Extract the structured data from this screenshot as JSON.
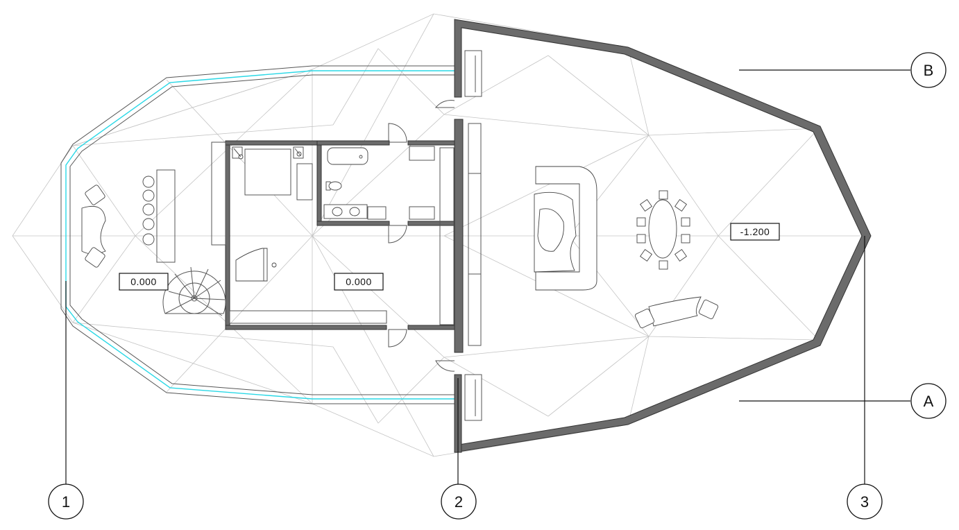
{
  "grid_axes": {
    "horizontal": [
      {
        "label": "B"
      },
      {
        "label": "A"
      }
    ],
    "vertical": [
      {
        "label": "1"
      },
      {
        "label": "2"
      },
      {
        "label": "3"
      }
    ]
  },
  "level_marks": [
    {
      "text": "0.000"
    },
    {
      "text": "0.000"
    },
    {
      "text": "-1.200"
    }
  ],
  "colors": {
    "wall": "#6b6b6b",
    "glazing": "#29d8e6",
    "triangulation": "#c4c4c4",
    "line": "#111111"
  }
}
